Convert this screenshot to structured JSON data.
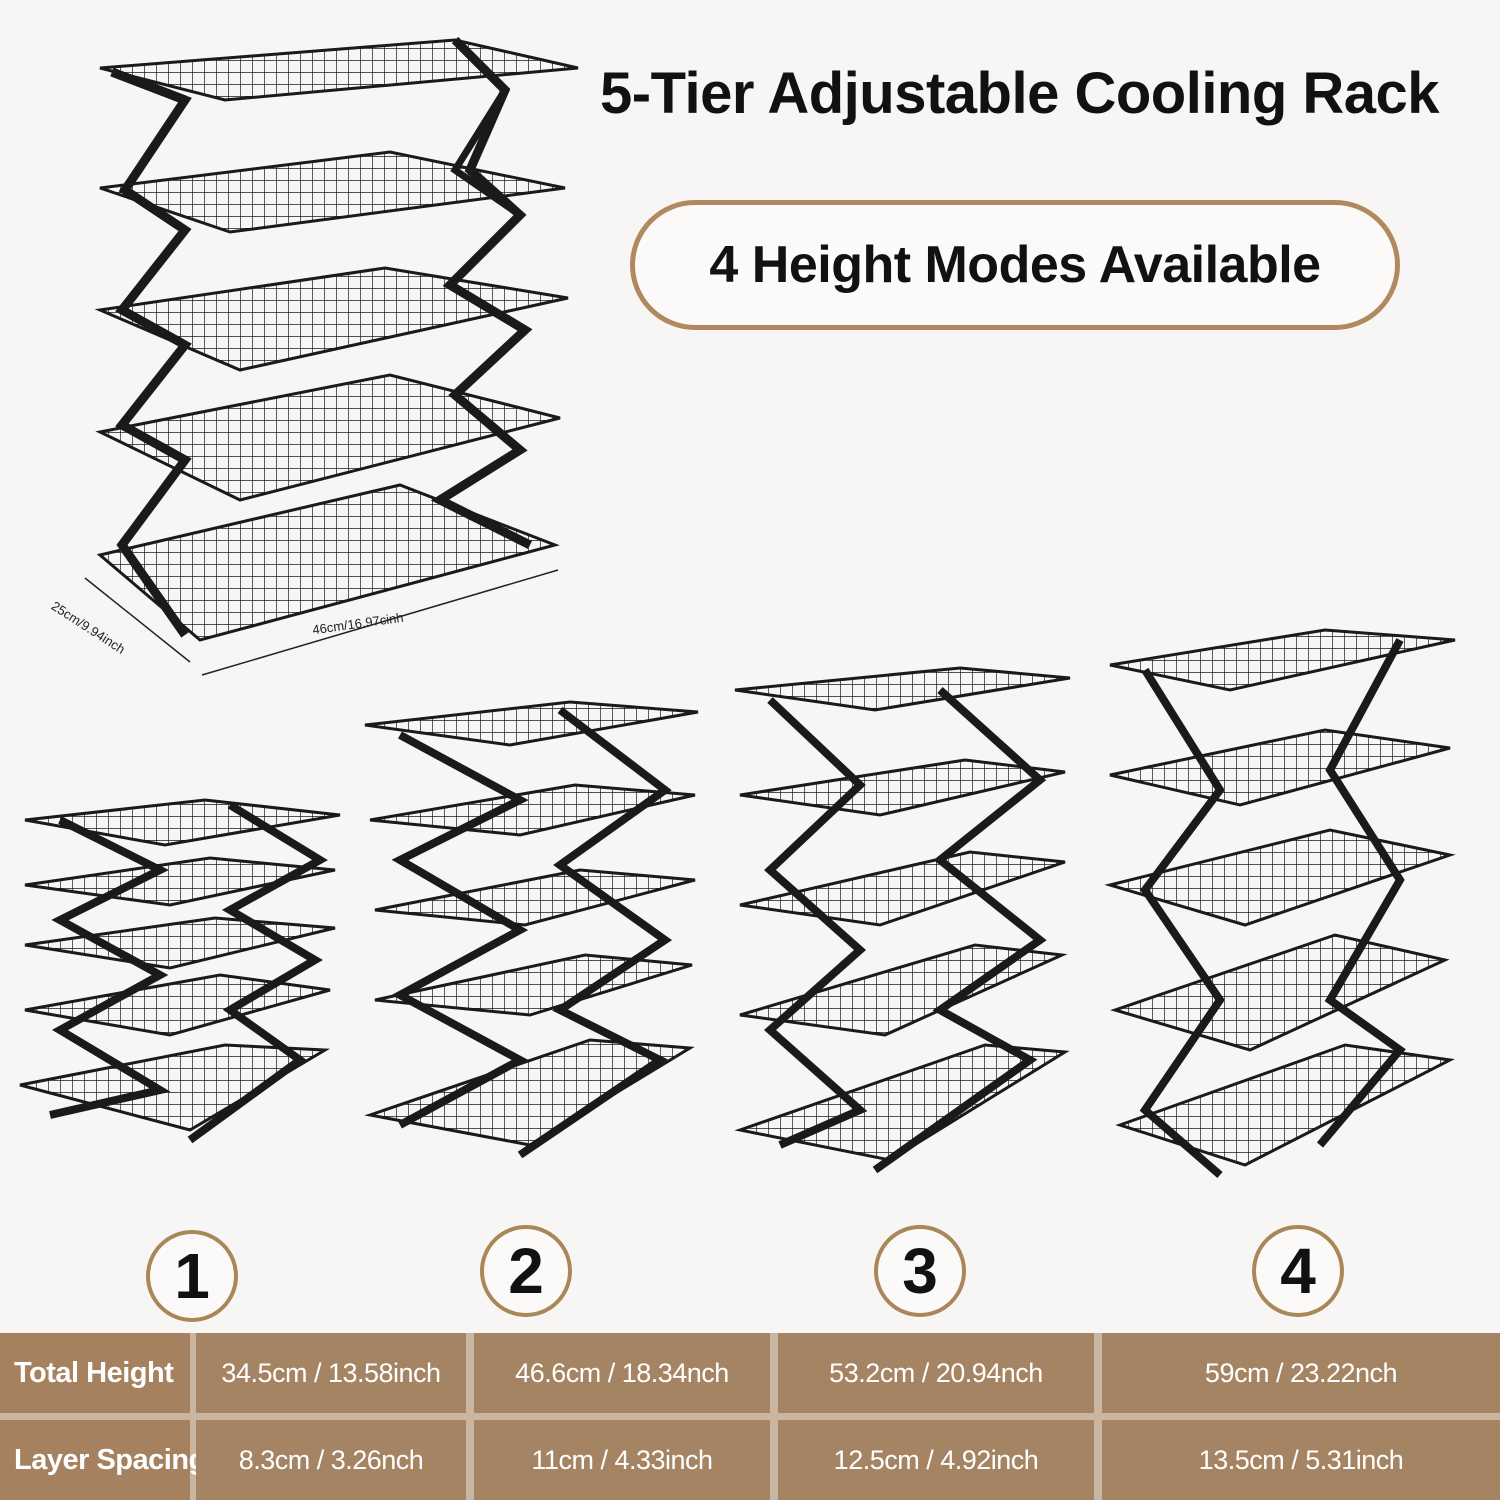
{
  "header": {
    "title": "5-Tier Adjustable Cooling Rack",
    "subtitle": "4 Height Modes Available"
  },
  "dimensions": {
    "width_label": "46cm/16.97cinh",
    "depth_label": "25cm/9.94inch"
  },
  "modes": [
    {
      "number": "1"
    },
    {
      "number": "2"
    },
    {
      "number": "3"
    },
    {
      "number": "4"
    }
  ],
  "table": {
    "rows": [
      {
        "label": "Total Height",
        "values": [
          "34.5cm / 13.58inch",
          "46.6cm / 18.34nch",
          "53.2cm / 20.94nch",
          "59cm / 23.22nch"
        ]
      },
      {
        "label": "Layer Spacing",
        "values": [
          "8.3cm / 3.26nch",
          "11cm / 4.33inch",
          "12.5cm / 4.92inch",
          "13.5cm / 5.31inch"
        ]
      }
    ]
  },
  "colors": {
    "accent": "#b08a5e",
    "table_header": "#a5815f",
    "table_cell": "#a58463",
    "table_gap": "#c9b5a0",
    "frame": "#1a1a1a"
  }
}
